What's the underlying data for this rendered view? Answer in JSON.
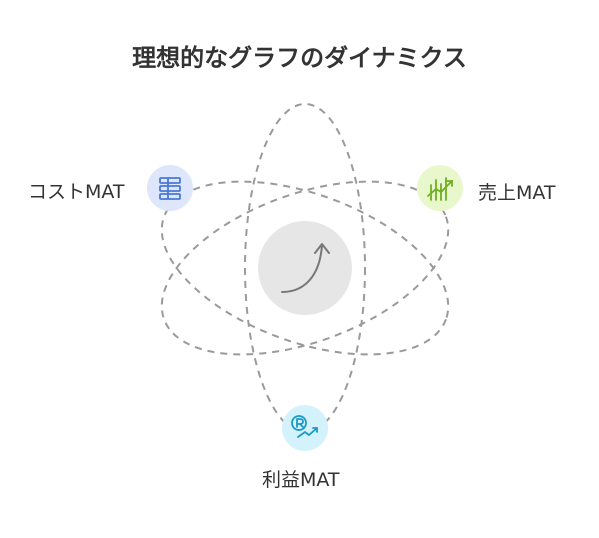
{
  "title": "理想的なグラフのダイナミクス",
  "nodes": {
    "cost": {
      "label": "コストMAT",
      "icon": "stacked-list-icon",
      "color": "#4a78d6",
      "bg": "#dde6fa"
    },
    "sales": {
      "label": "売上MAT",
      "icon": "rising-bars-icon",
      "color": "#6fae22",
      "bg": "#e8f8cc"
    },
    "profit": {
      "label": "利益MAT",
      "icon": "rupee-trend-icon",
      "color": "#1a9ac8",
      "bg": "#d4f2fb"
    }
  },
  "center": {
    "icon": "curved-up-arrow-icon",
    "bg": "#e6e6e6"
  },
  "orbit_color": "#9a9a9a"
}
